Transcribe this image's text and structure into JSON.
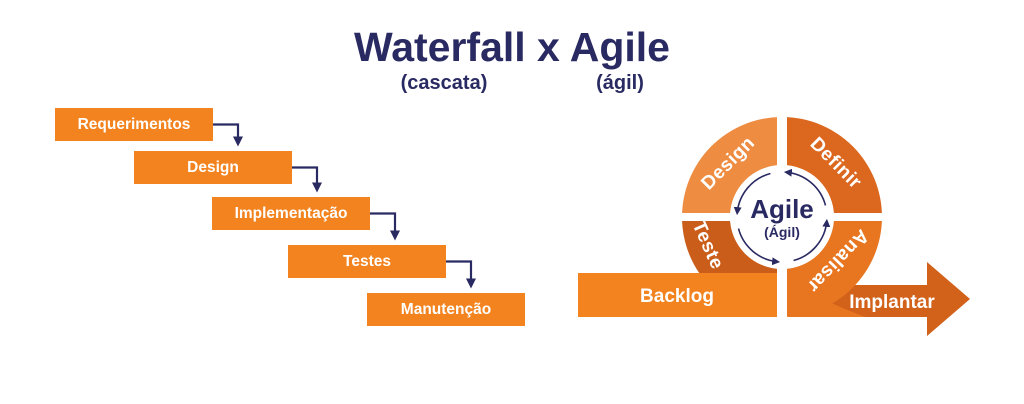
{
  "title": "Waterfall x Agile",
  "waterfall": {
    "subtitle": "(cascata)",
    "steps": [
      "Requerimentos",
      "Design",
      "Implementação",
      "Testes",
      "Manutenção"
    ]
  },
  "agile": {
    "subtitle": "(ágil)",
    "center_title": "Agile",
    "center_subtitle": "(Ágil)",
    "segments": [
      "Design",
      "Definir",
      "Teste",
      "Analisar"
    ],
    "backlog_label": "Backlog",
    "implement_label": "Implantar"
  },
  "colors": {
    "navy": "#2A2A63",
    "orange_primary": "#F2831F",
    "segment_design": "#EE8C42",
    "segment_definir": "#DC671E",
    "segment_teste": "#CB5D1A",
    "segment_analisar": "#E87620",
    "implement_arrow": "#D2611A",
    "background": "#FFFFFF"
  }
}
